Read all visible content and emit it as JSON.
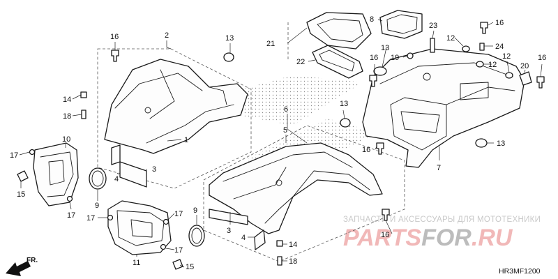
{
  "diagram_code": "HR3MF1200",
  "direction_label": "FR.",
  "watermark": {
    "tagline": "ЗАПЧАСТИ И АКСЕССУАРЫ ДЛЯ МОТОТЕХНИКИ",
    "brand_part1": "PARTS",
    "brand_part2": "FOR",
    "brand_part3": ".RU",
    "brand_color_1": "#f1b8b8",
    "brand_color_2": "#bcbcbc"
  },
  "callouts": {
    "c1": "1",
    "c2": "2",
    "c3a": "3",
    "c3b": "3",
    "c4a": "4",
    "c4b": "4",
    "c5": "5",
    "c6": "6",
    "c7": "7",
    "c8": "8",
    "c9a": "9",
    "c9b": "9",
    "c10": "10",
    "c11": "11",
    "c12a": "12",
    "c12b": "12",
    "c12c": "12",
    "c13a": "13",
    "c13b": "13",
    "c13c": "13",
    "c13d": "13",
    "c14a": "14",
    "c14b": "14",
    "c15a": "15",
    "c15b": "15",
    "c16a": "16",
    "c16b": "16",
    "c16c": "16",
    "c16d": "16",
    "c16e": "16",
    "c16f": "16",
    "c17a": "17",
    "c17b": "17",
    "c17c": "17",
    "c17d": "17",
    "c17e": "17",
    "c18a": "18",
    "c18b": "18",
    "c19": "19",
    "c20": "20",
    "c21": "21",
    "c22": "22",
    "c23": "23",
    "c24": "24"
  }
}
